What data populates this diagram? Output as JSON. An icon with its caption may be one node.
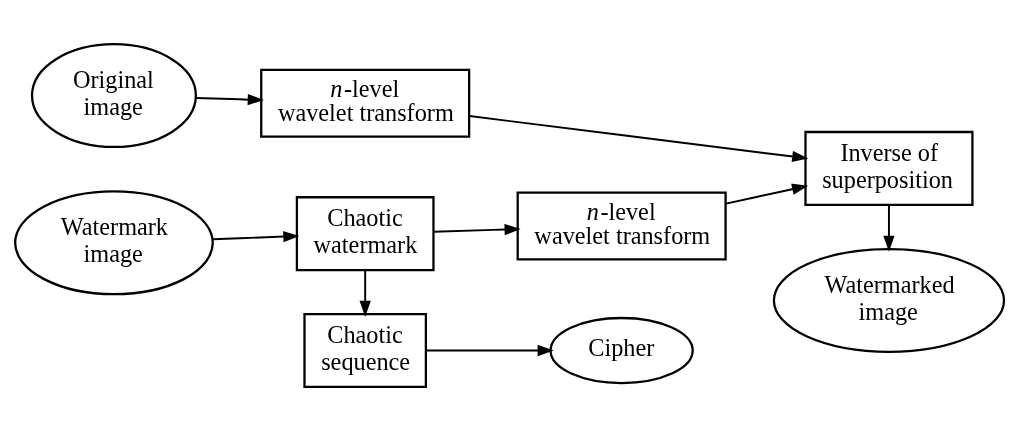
{
  "diagram": {
    "nodes": [
      {
        "text": [
          "Original image"
        ]
      },
      {
        "text": [
          "*n*-level wavelet transform"
        ]
      },
      {
        "text": [
          "Inverse of superposition"
        ]
      },
      {
        "text": [
          "Watermark image"
        ]
      },
      {
        "text": [
          "Chaotic watermark"
        ]
      },
      {
        "text": [
          "*n*-level wavelet transform"
        ]
      },
      {
        "text": [
          "Watermarked image"
        ]
      },
      {
        "text": [
          "Chaotic sequence"
        ]
      },
      {
        "text": [
          "Cipher"
        ]
      }
    ],
    "edges": [
      {
        "from": 0,
        "to": 1,
        "arrow": "to"
      },
      {
        "from": 1,
        "to": 2,
        "arrow": "to"
      },
      {
        "from": 3,
        "to": 4,
        "arrow": "to"
      },
      {
        "from": 4,
        "to": 5,
        "arrow": "to"
      },
      {
        "from": 5,
        "to": 2,
        "arrow": "to"
      },
      {
        "from": 2,
        "to": 6,
        "arrow": "to"
      },
      {
        "from": 4,
        "to": 7,
        "arrow": "to"
      },
      {
        "from": 7,
        "to": 8,
        "arrow": "to"
      }
    ]
  }
}
